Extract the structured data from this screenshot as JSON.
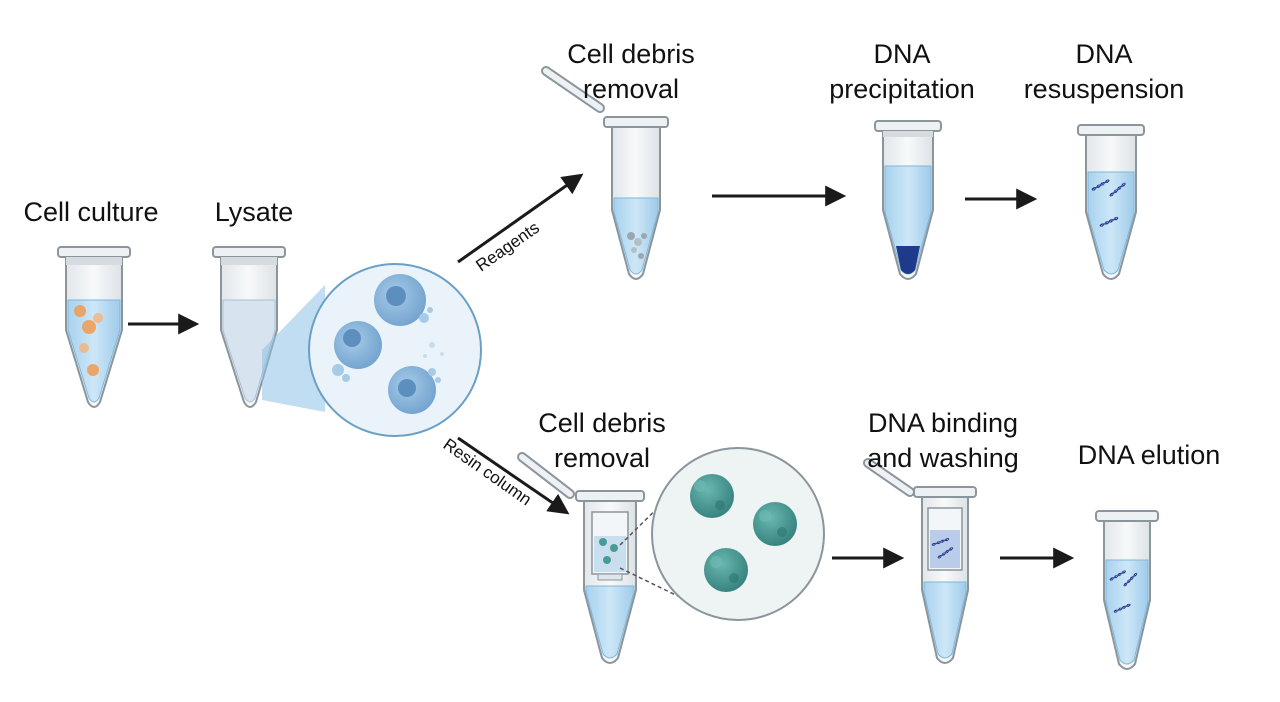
{
  "steps": {
    "cell_culture": "Cell culture",
    "lysate": "Lysate",
    "top_debris_line1": "Cell debris",
    "top_debris_line2": "removal",
    "precip_line1": "DNA",
    "precip_line2": "precipitation",
    "resusp_line1": "DNA",
    "resusp_line2": "resuspension",
    "bottom_debris_line1": "Cell debris",
    "bottom_debris_line2": "removal",
    "binding_line1": "DNA binding",
    "binding_line2": "and washing",
    "elution": "DNA elution"
  },
  "arrow_labels": {
    "top_branch": "Reagents",
    "bottom_branch": "Resin column"
  },
  "colors": {
    "liquid": "#b9dcf2",
    "liquid_edge": "#7fb6dc",
    "tube_outline": "#8a959c",
    "cell": "#8ab8dd",
    "cell_nucleus": "#5d8fbe",
    "orange_cell": "#f19a4f",
    "resin": "#4a9a96",
    "dna": "#24337a",
    "pellet": "#1f3a8a",
    "arrow": "#1a1a1a"
  },
  "icons": [
    "microcentrifuge-tube-icon",
    "cell-icon",
    "dna-helix-icon",
    "resin-bead-icon",
    "spin-column-icon"
  ]
}
